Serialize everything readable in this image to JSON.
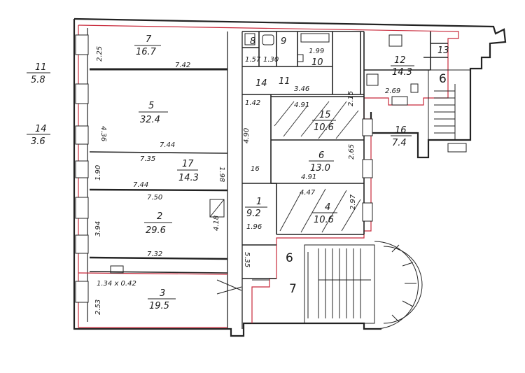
{
  "colors": {
    "ink": "#222222",
    "red": "#c8283a",
    "paper": "#ffffff"
  },
  "rooms": [
    {
      "key": "r7",
      "num": "7",
      "area": "16.7"
    },
    {
      "key": "r5",
      "num": "5",
      "area": "32.4"
    },
    {
      "key": "r17",
      "num": "17",
      "area": "14.3"
    },
    {
      "key": "r2",
      "num": "2",
      "area": "29.6"
    },
    {
      "key": "r3",
      "num": "3",
      "area": "19.5"
    },
    {
      "key": "r8",
      "num": "8",
      "area": ""
    },
    {
      "key": "r9",
      "num": "9",
      "area": ""
    },
    {
      "key": "r10",
      "num": "10",
      "area": ""
    },
    {
      "key": "r11",
      "num": "11",
      "area": ""
    },
    {
      "key": "r14",
      "num": "14",
      "area": ""
    },
    {
      "key": "r15",
      "num": "15",
      "area": "10.6"
    },
    {
      "key": "r6",
      "num": "6",
      "area": "13.0"
    },
    {
      "key": "r1",
      "num": "1",
      "area": "9.2"
    },
    {
      "key": "r4",
      "num": "4",
      "area": "10.6"
    },
    {
      "key": "r12",
      "num": "12",
      "area": "14.3"
    },
    {
      "key": "r13",
      "num": "13",
      "area": ""
    },
    {
      "key": "r16",
      "num": "16",
      "area": "7.4"
    }
  ],
  "dimensions": {
    "d_2_25": "2.25",
    "d_7_42": "7.42",
    "d_4_36": "4.36",
    "d_7_44": "7.44",
    "d_1_90": "1.90",
    "d_7_35": "7.35",
    "d_1_98": "1.98",
    "d_7_44b": "7.44",
    "d_7_50": "7.50",
    "d_3_94": "3.94",
    "d_4_18": "4.18",
    "d_7_32": "7.32",
    "d_5_35": "5.35",
    "d_1_34": "1.34 x 0.42",
    "d_2_53": "2.53",
    "d_1_57": "1.57",
    "d_1_30": "1.30",
    "d_1_99": "1.99",
    "d_1_42": "1.42",
    "d_3_46": "3.46",
    "d_4_91": "4.91",
    "d_2_15": "2.15",
    "d_4_90": "4.90",
    "d_2_65": "2.65",
    "d_4_91b": "4.91",
    "d_4_47": "4.47",
    "d_2_97": "2.97",
    "d_1_96": "1.96",
    "d_2_69": "2.69",
    "d_16": "16"
  },
  "side_notes": [
    {
      "num": "11",
      "area": "5.8"
    },
    {
      "num": "14",
      "area": "3.6"
    }
  ],
  "stair_labels": {
    "stair_a": "6",
    "stair_b": "6",
    "stair_c": "7"
  }
}
